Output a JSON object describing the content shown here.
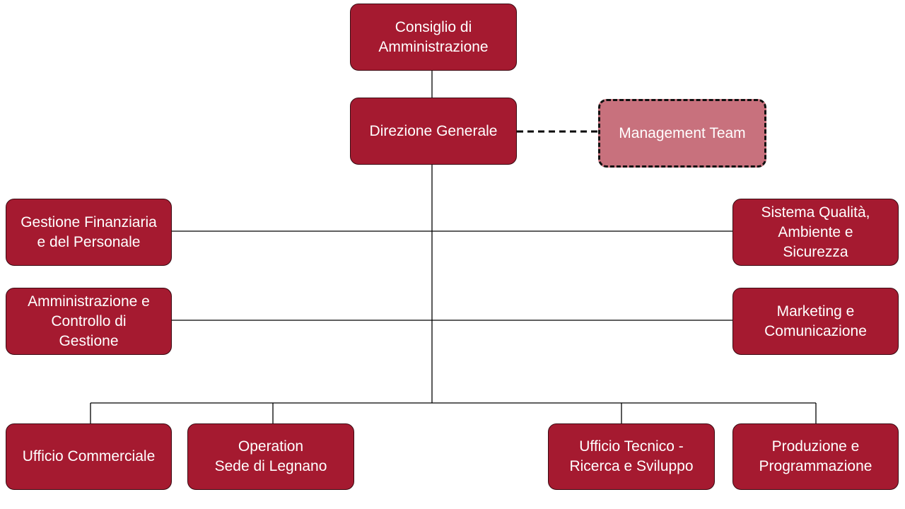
{
  "colors": {
    "box_fill": "#a51a30",
    "management_fill": "#c8717d",
    "line": "#000000"
  },
  "org": {
    "board": "Consiglio di\nAmministrazione",
    "general_direction": "Direzione Generale",
    "management_team": "Management Team",
    "finance_hr": "Gestione Finanziaria\ne del Personale",
    "quality_env_safety": "Sistema Qualità,\nAmbiente e\nSicurezza",
    "admin_control": "Amministrazione e\nControllo di\nGestione",
    "marketing": "Marketing e\nComunicazione",
    "sales_office": "Ufficio Commerciale",
    "operation_legnano": "Operation\nSede di Legnano",
    "tech_rnd": "Ufficio Tecnico -\nRicerca e Sviluppo",
    "production_planning": "Produzione e\nProgrammazione"
  }
}
